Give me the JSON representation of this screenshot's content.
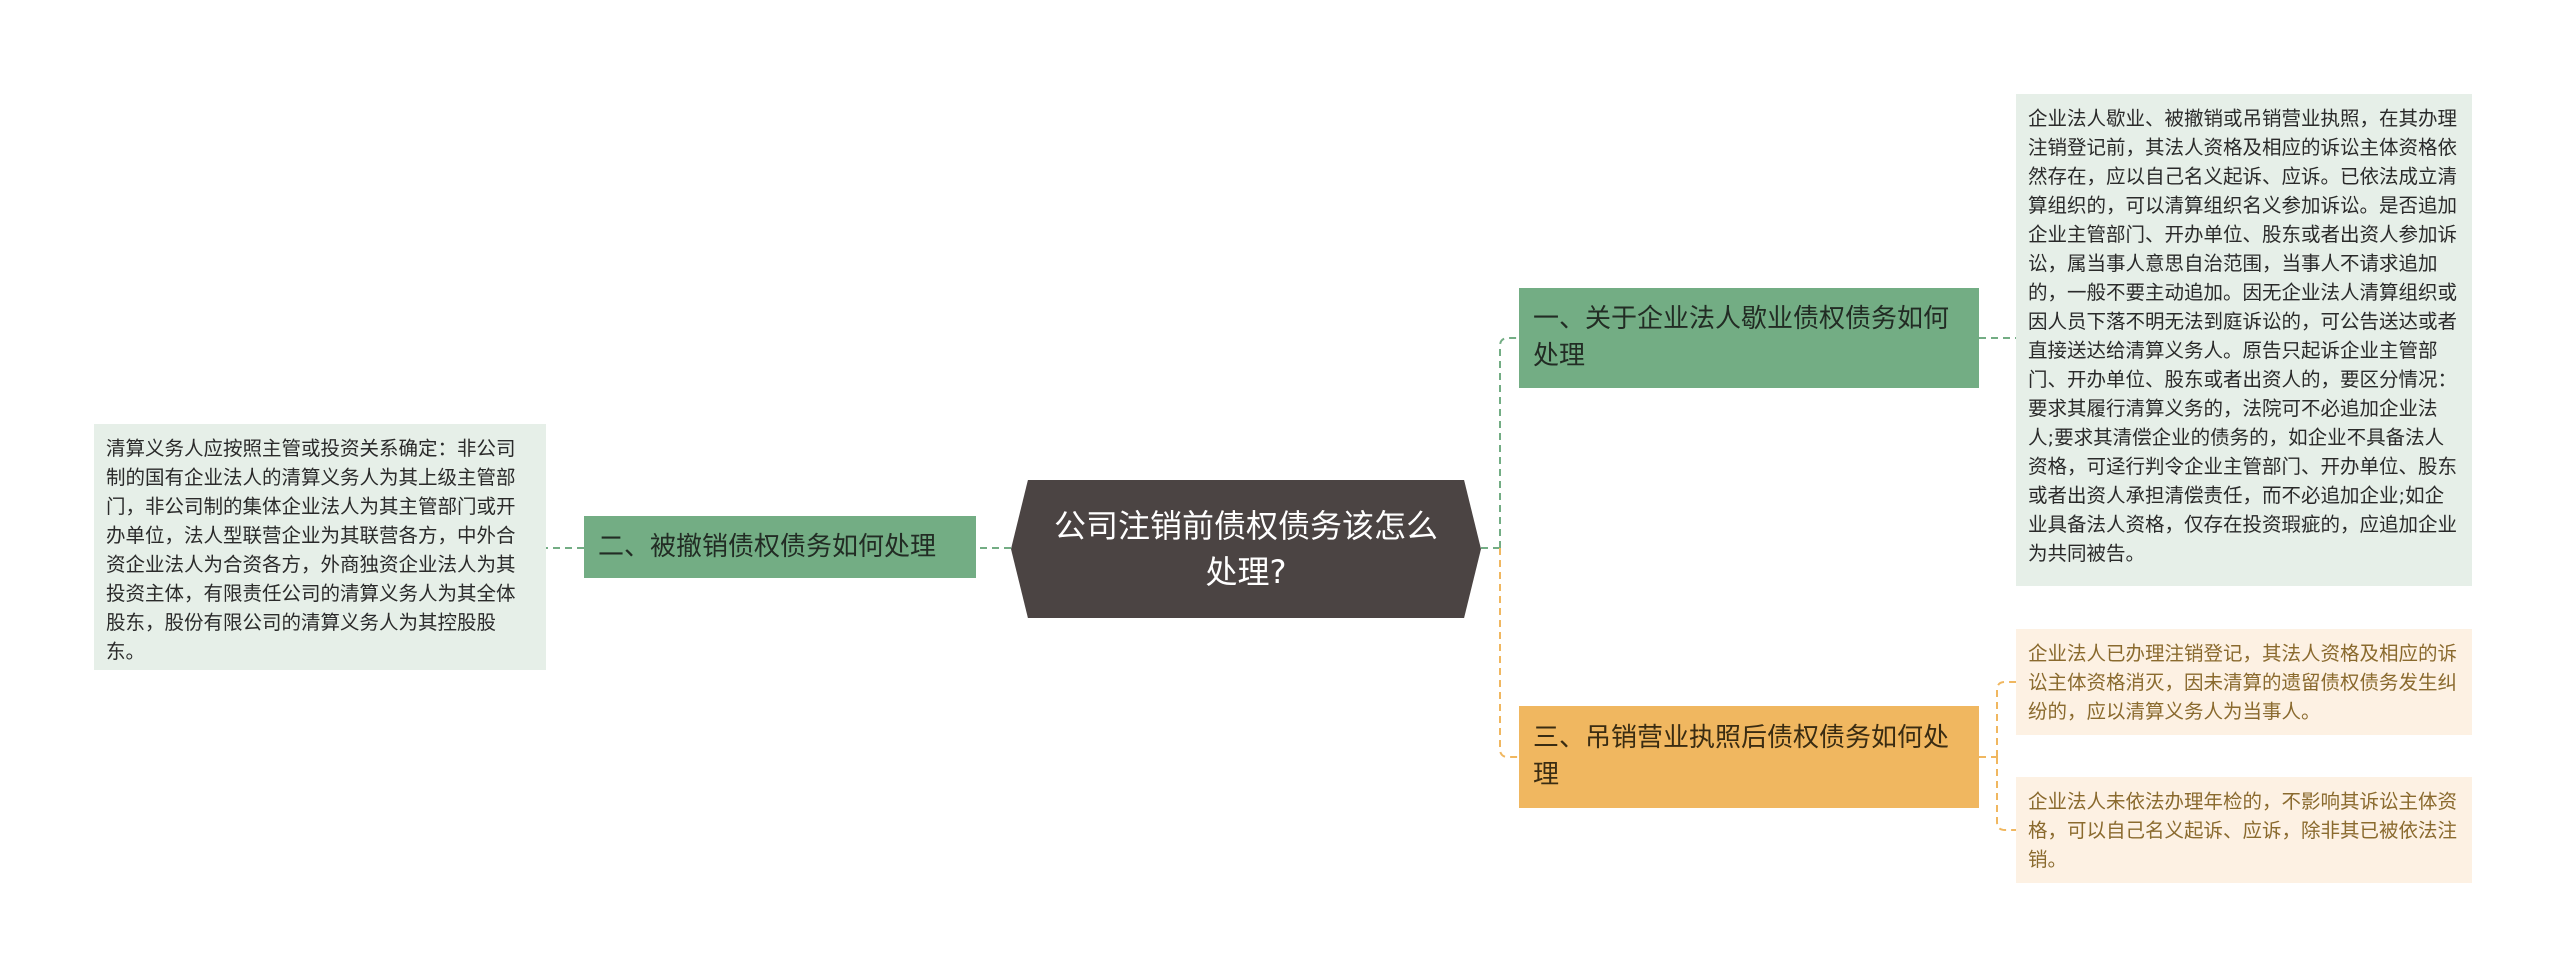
{
  "diagram": {
    "center": {
      "text": "公司注销前债权债务该怎么处理?"
    },
    "branches": {
      "one": {
        "text": "一、关于企业法人歇业债权债务如何处理"
      },
      "two": {
        "text": "二、被撤销债权债务如何处理"
      },
      "three": {
        "text": "三、吊销营业执照后债权债务如何处理"
      }
    },
    "leaves": {
      "one_detail": {
        "text": "企业法人歇业、被撤销或吊销营业执照，在其办理注销登记前，其法人资格及相应的诉讼主体资格依然存在，应以自己名义起诉、应诉。已依法成立清算组织的，可以清算组织名义参加诉讼。是否追加企业主管部门、开办单位、股东或者出资人参加诉讼，属当事人意思自治范围，当事人不请求追加的，一般不要主动追加。因无企业法人清算组织或因人员下落不明无法到庭诉讼的，可公告送达或者直接送达给清算义务人。原告只起诉企业主管部门、开办单位、股东或者出资人的，要区分情况：要求其履行清算义务的，法院可不必追加企业法人;要求其清偿企业的债务的，如企业不具备法人资格，可迳行判令企业主管部门、开办单位、股东或者出资人承担清偿责任，而不必追加企业;如企业具备法人资格，仅存在投资瑕疵的，应追加企业为共同被告。"
      },
      "two_detail": {
        "text": "清算义务人应按照主管或投资关系确定：非公司制的国有企业法人的清算义务人为其上级主管部门，非公司制的集体企业法人为其主管部门或开办单位，法人型联营企业为其联营各方，中外合资企业法人为合资各方，外商独资企业法人为其投资主体，有限责任公司的清算义务人为其全体股东，股份有限公司的清算义务人为其控股股东。"
      },
      "three_detail_a": {
        "text": "企业法人已办理注销登记，其法人资格及相应的诉讼主体资格消灭，因未清算的遗留债权债务发生纠纷的，应以清算义务人为当事人。"
      },
      "three_detail_b": {
        "text": "企业法人未依法办理年检的，不影响其诉讼主体资格，可以自己名义起诉、应诉，除非其已被依法注销。"
      }
    },
    "colors": {
      "center_fill": "#4b4443",
      "green_branch": "#73ad84",
      "orange_branch": "#f0b760",
      "green_leaf": "#e6efe8",
      "orange_leaf": "#fdf1e3",
      "green_line": "#73ad84",
      "orange_line": "#f0b760"
    }
  }
}
